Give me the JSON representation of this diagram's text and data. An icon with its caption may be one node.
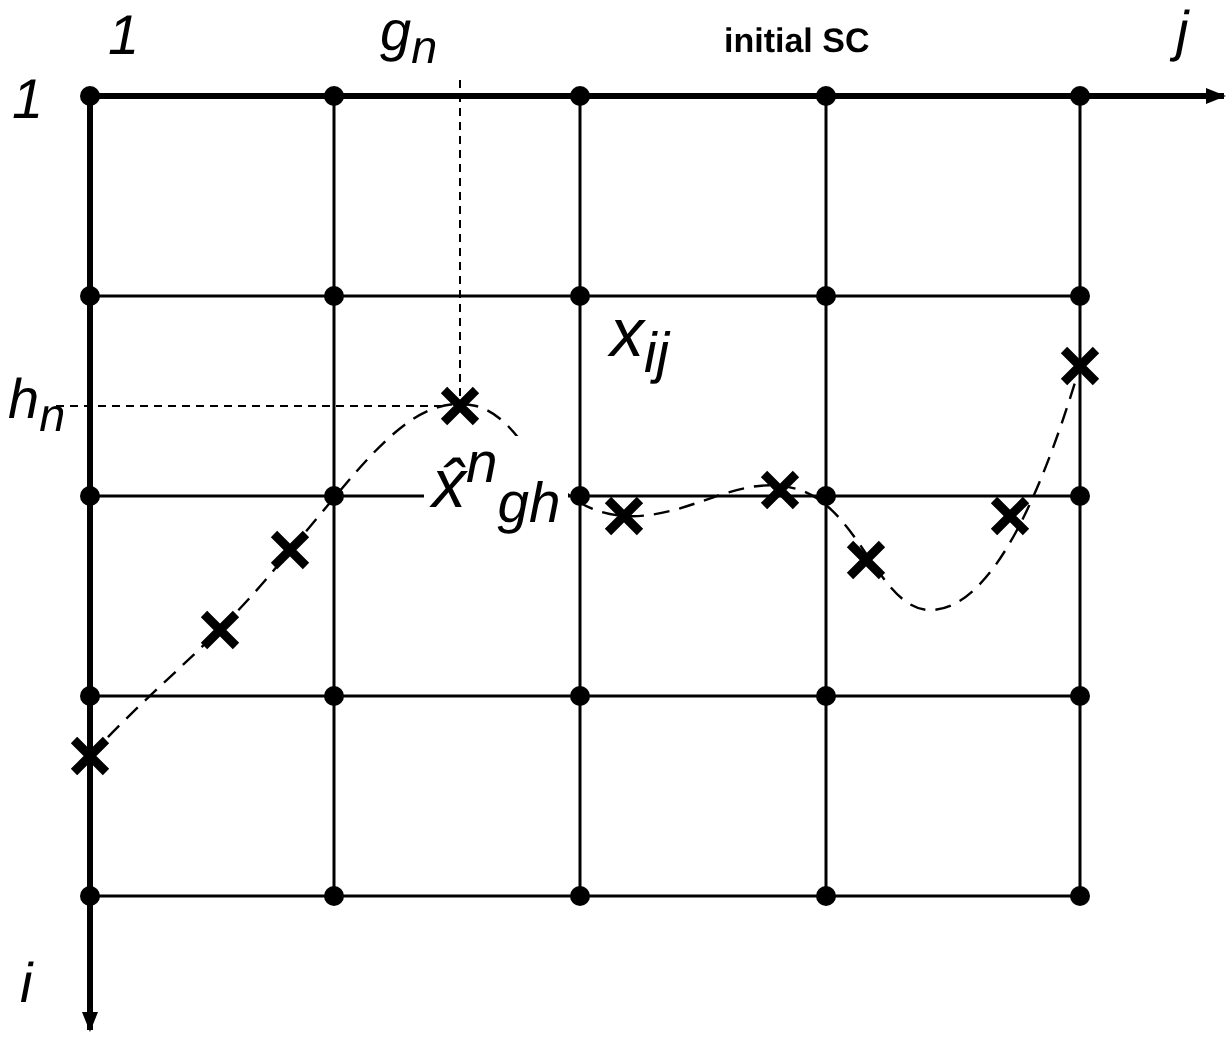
{
  "diagram": {
    "labels": [
      "1",
      "g$_{n}$",
      "initial SC",
      "j",
      "1",
      "x$_{ij}$",
      "h$_{n}$",
      "x̂$^{n}$$_{gh}$",
      "i"
    ]
  }
}
